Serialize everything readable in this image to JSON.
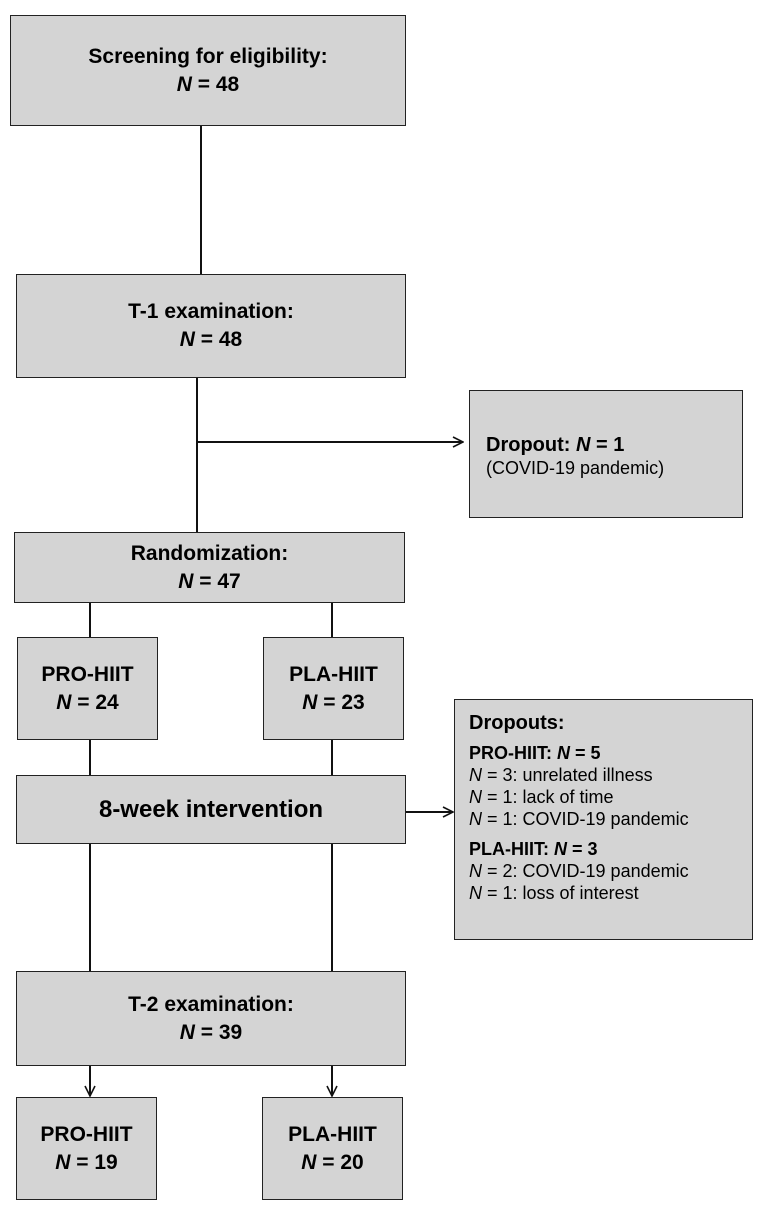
{
  "screening": {
    "label": "Screening for eligibility:",
    "n": "48"
  },
  "t1": {
    "label": "T-1 examination:",
    "n": "48"
  },
  "dropout": {
    "label": "Dropout:",
    "n": "1",
    "reason": "(COVID-19 pandemic)"
  },
  "randomization": {
    "label": "Randomization:",
    "n": "47"
  },
  "pro_group": {
    "label": "PRO-HIIT",
    "n": "24"
  },
  "pla_group": {
    "label": "PLA-HIIT",
    "n": "23"
  },
  "intervention": {
    "label": "8-week intervention"
  },
  "dropouts": {
    "title": "Dropouts:",
    "pro": {
      "label": "PRO-HIIT:",
      "n": "5",
      "reasons": [
        {
          "n": "3",
          "text": ": unrelated illness"
        },
        {
          "n": "1",
          "text": ": lack of time"
        },
        {
          "n": "1",
          "text": ": COVID-19 pandemic"
        }
      ]
    },
    "pla": {
      "label": "PLA-HIIT:",
      "n": "3",
      "reasons": [
        {
          "n": "2",
          "text": ": COVID-19 pandemic"
        },
        {
          "n": "1",
          "text": ": loss of interest"
        }
      ]
    }
  },
  "t2": {
    "label": "T-2 examination:",
    "n": "39"
  },
  "pro_final": {
    "label": "PRO-HIIT",
    "n": "19"
  },
  "pla_final": {
    "label": "PLA-HIIT",
    "n": "20"
  },
  "n_symbol": "N",
  "eq": " = "
}
